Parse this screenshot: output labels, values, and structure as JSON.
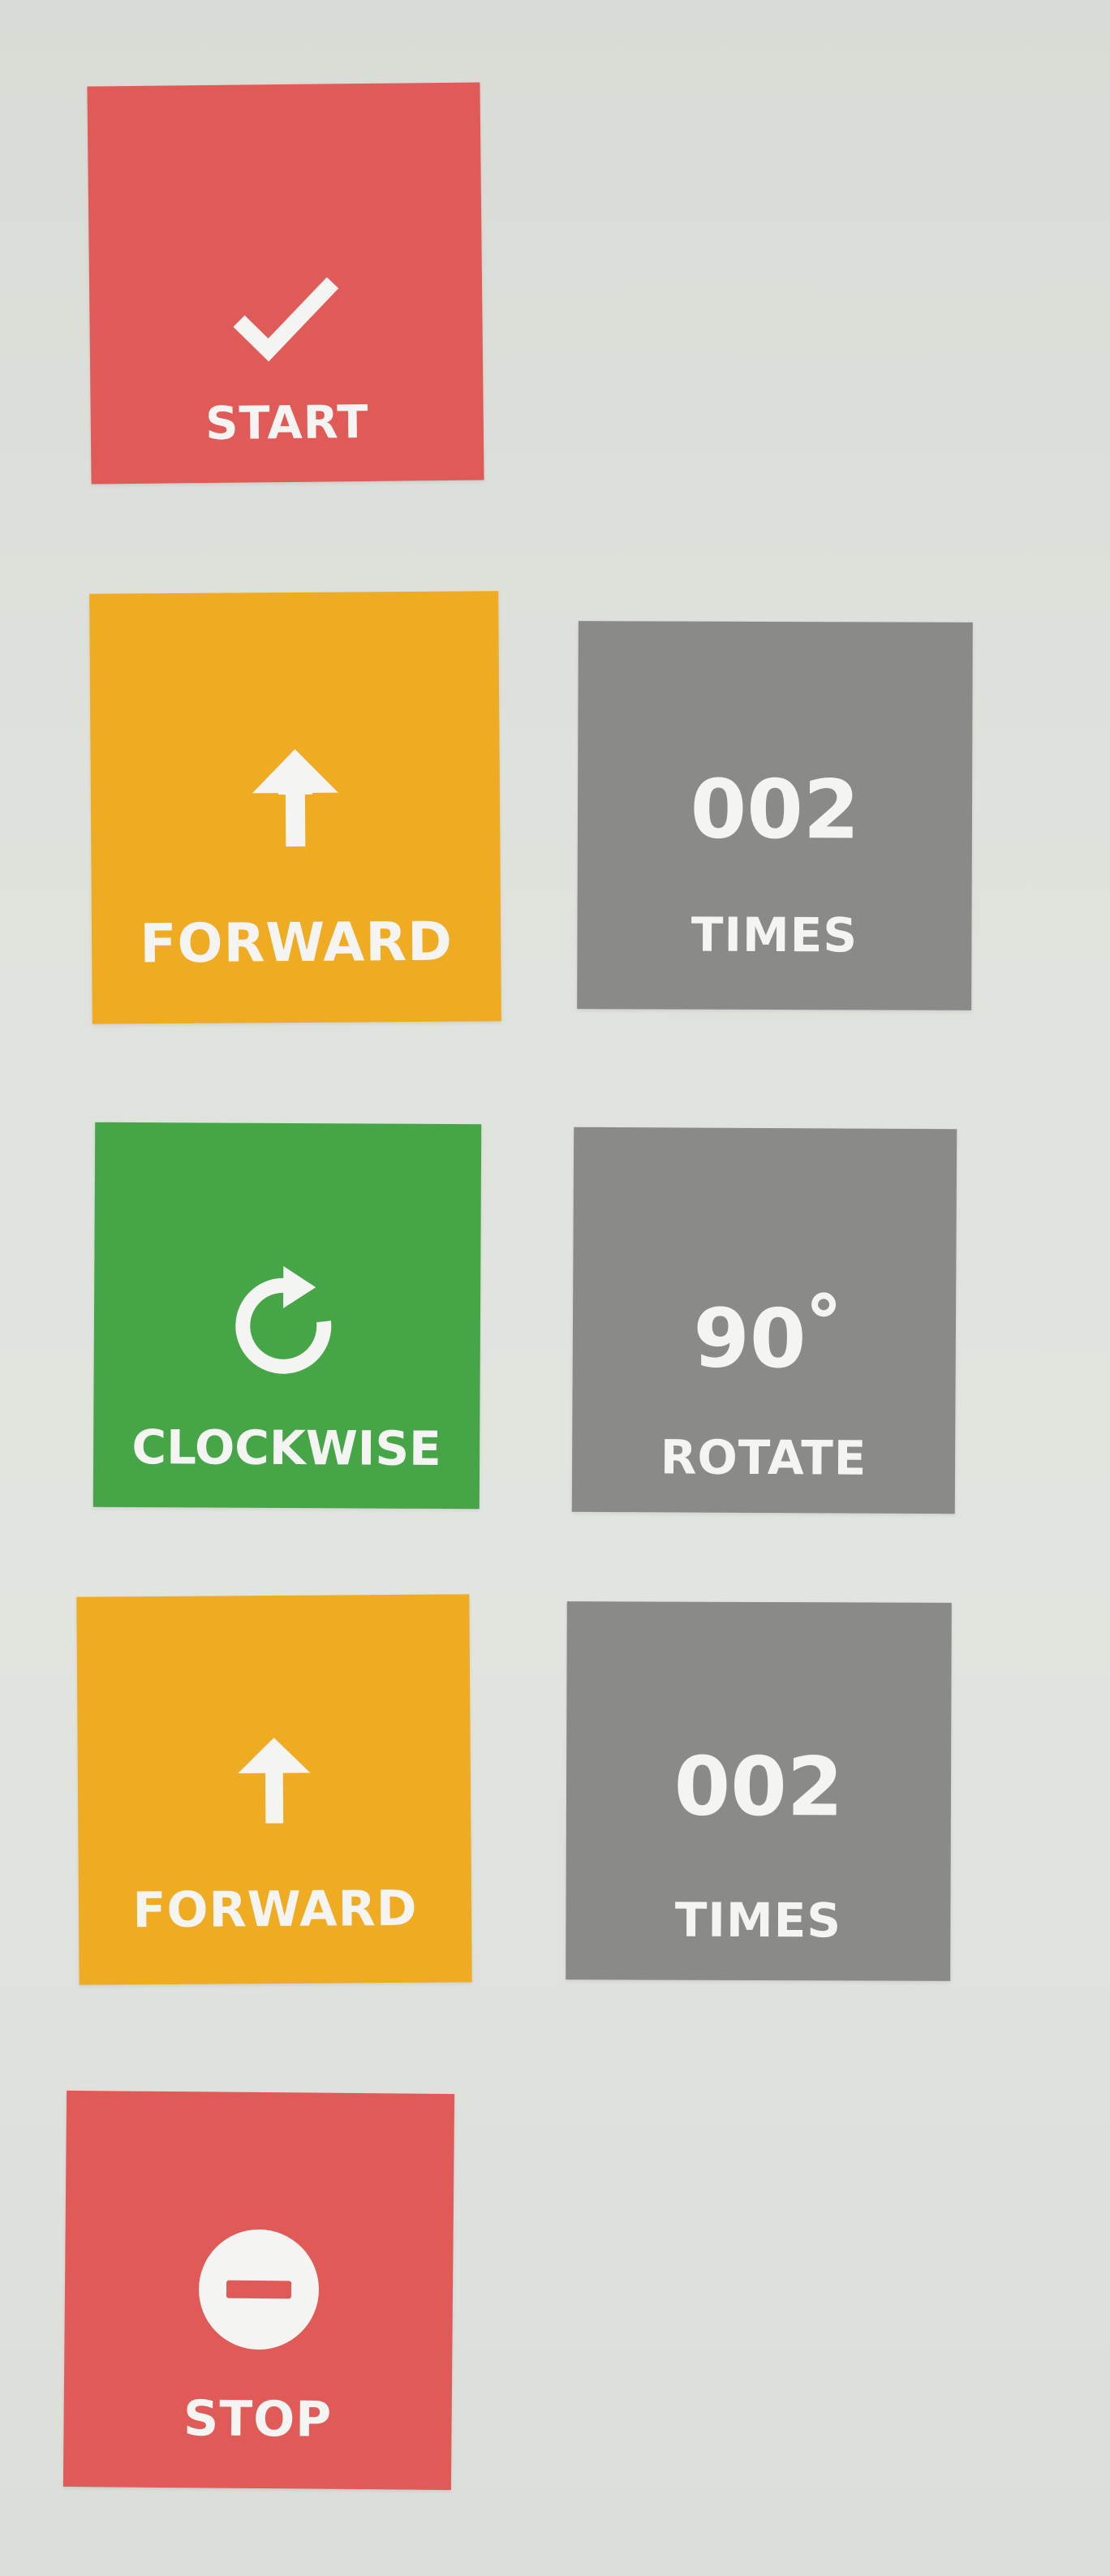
{
  "colors": {
    "red": "#e05a57",
    "yellow": "#efab22",
    "green": "#45a547",
    "gray": "#8a8b89",
    "text": "#f4f4f2"
  },
  "cards": {
    "start": {
      "label": "START",
      "icon": "check-icon"
    },
    "forward1": {
      "label": "FORWARD",
      "icon": "arrow-up-icon"
    },
    "times1": {
      "value": "002",
      "label": "TIMES"
    },
    "clockwise": {
      "label": "CLOCKWISE",
      "icon": "rotate-clockwise-icon"
    },
    "rotate": {
      "value": "90",
      "label": "ROTATE"
    },
    "forward2": {
      "label": "FORWARD",
      "icon": "arrow-up-icon"
    },
    "times2": {
      "value": "002",
      "label": "TIMES"
    },
    "stop": {
      "label": "STOP",
      "icon": "minus-circle-icon"
    }
  }
}
